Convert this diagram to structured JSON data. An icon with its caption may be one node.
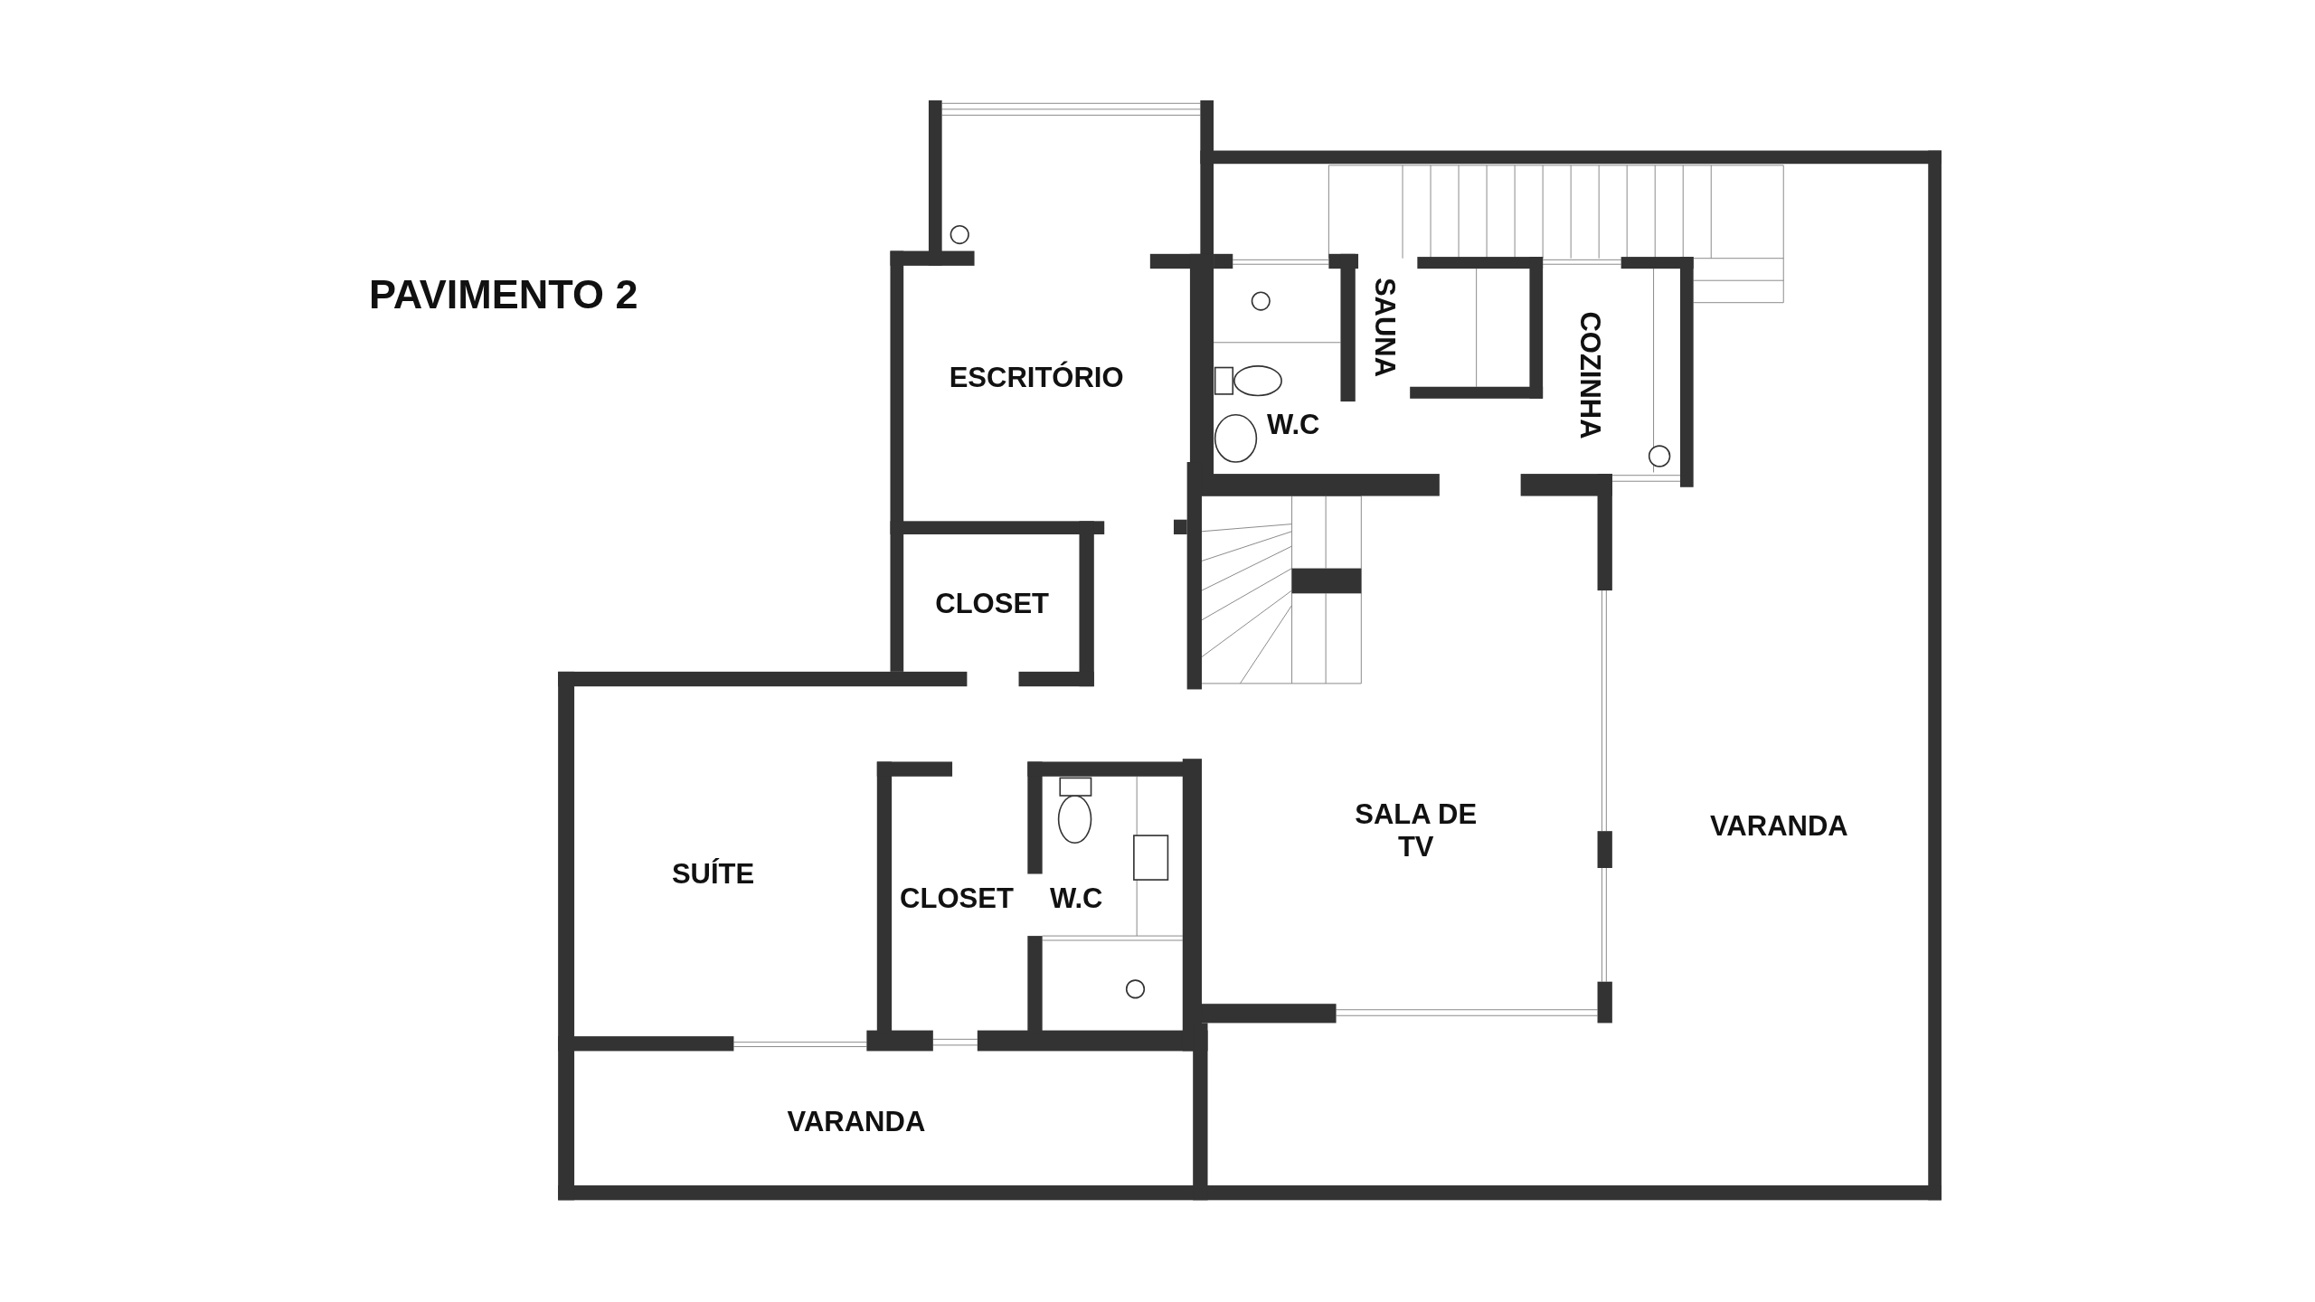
{
  "diagram": {
    "title": "PAVIMENTO 2",
    "labels": [
      "SAUNA",
      "ESCRITÓRIO",
      "COZINHA",
      "W.C",
      "CLOSET",
      "SALA DE TV",
      "VARANDA",
      "SUÍTE",
      "CLOSET",
      "W.C",
      "VARANDA"
    ]
  }
}
